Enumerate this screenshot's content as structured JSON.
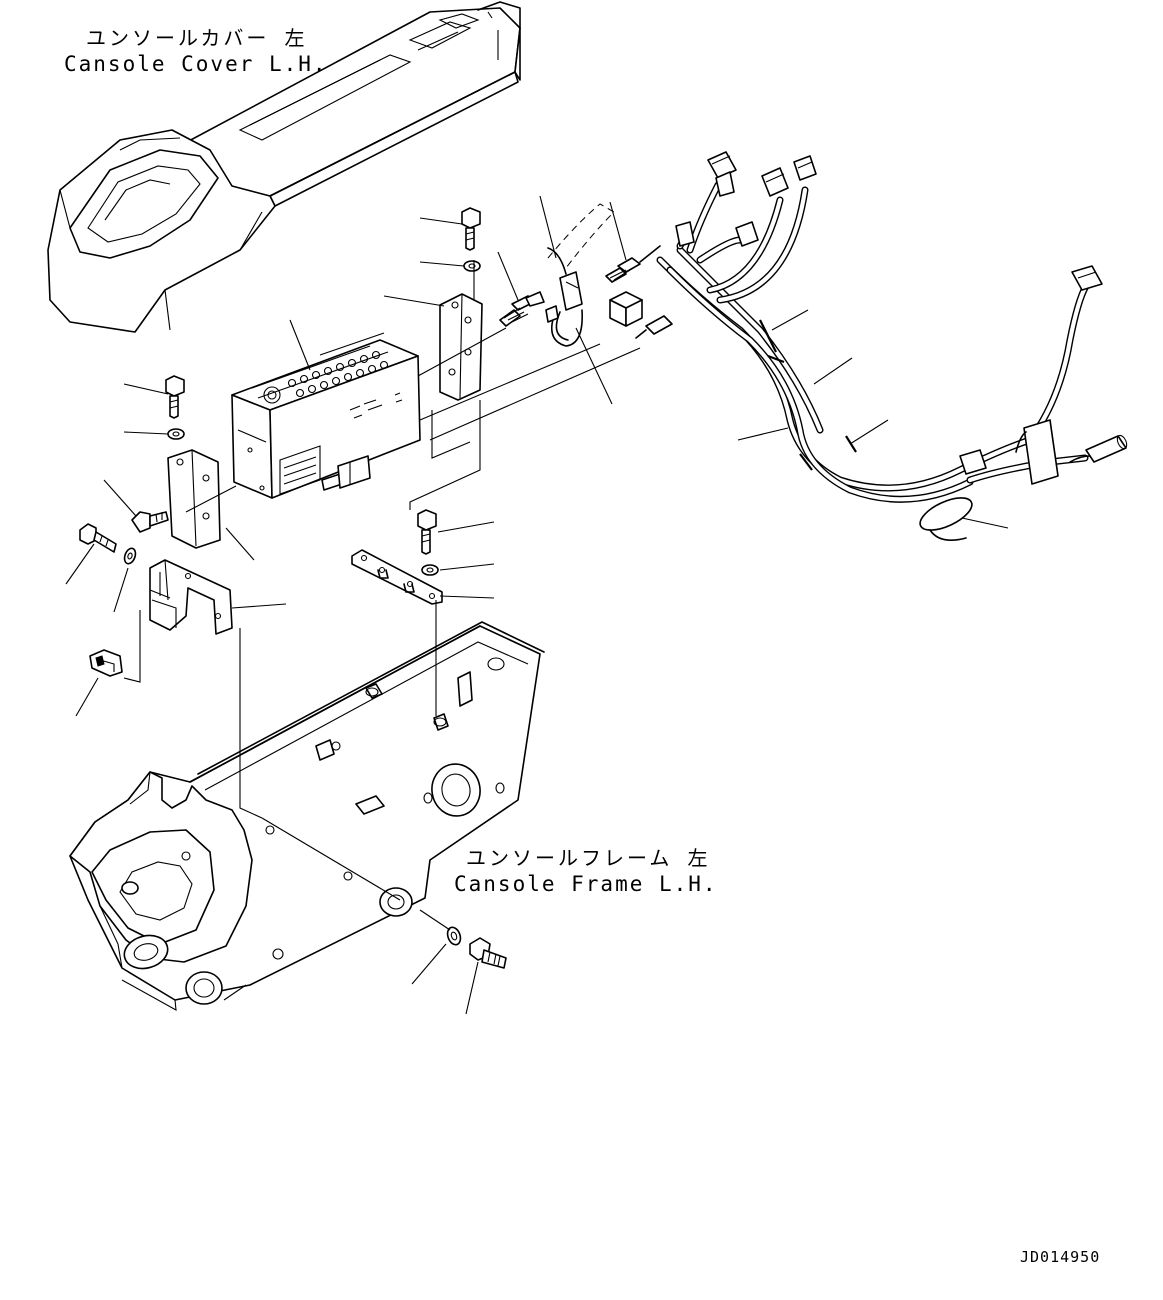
{
  "labels": {
    "console_cover_jp": "ユンソールカバー 左",
    "console_cover_en": "Cansole Cover L.H.",
    "console_frame_jp": "ユンソールフレーム 左",
    "console_frame_en": "Cansole Frame L.H."
  },
  "drawing_code": "JD014950"
}
